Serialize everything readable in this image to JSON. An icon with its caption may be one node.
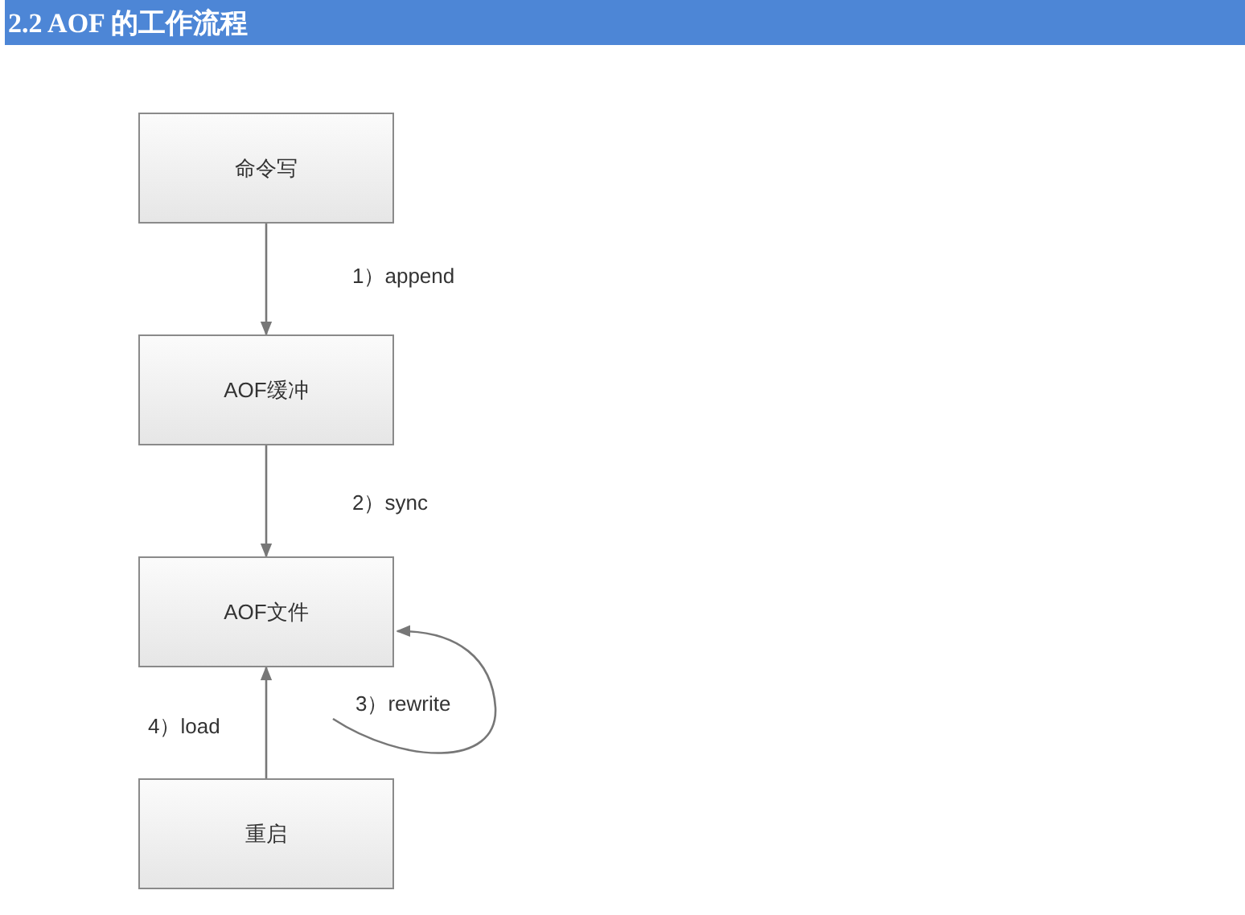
{
  "diagram": {
    "title": "2.2 AOF 的工作流程",
    "nodes": [
      {
        "text": [
          "命令写"
        ]
      },
      {
        "text": [
          "AOF缓冲"
        ]
      },
      {
        "text": [
          "AOF文件"
        ]
      },
      {
        "text": [
          "重启"
        ]
      }
    ],
    "edges": [
      {
        "from": 0,
        "to": 1,
        "arrow": "to",
        "label": "1）append"
      },
      {
        "from": 1,
        "to": 2,
        "arrow": "to",
        "label": "2）sync"
      },
      {
        "from": null,
        "to": 2,
        "arrow": "to",
        "label": "3）rewrite"
      },
      {
        "from": 3,
        "to": 2,
        "arrow": "to",
        "label": "4）load"
      }
    ]
  }
}
